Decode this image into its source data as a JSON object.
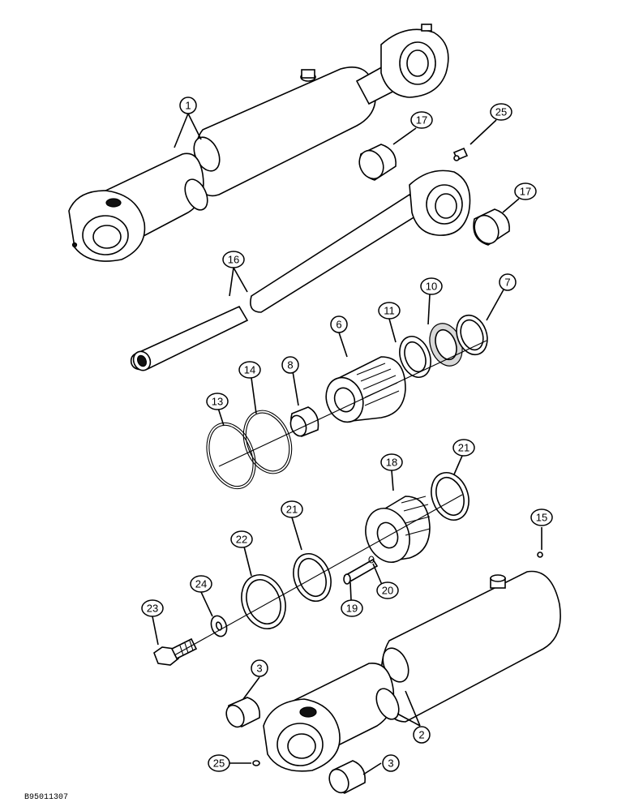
{
  "figure_number": "B95011307",
  "callouts": [
    {
      "id": "c1",
      "label": "1"
    },
    {
      "id": "c17a",
      "label": "17"
    },
    {
      "id": "c25a",
      "label": "25"
    },
    {
      "id": "c17b",
      "label": "17"
    },
    {
      "id": "c16",
      "label": "16"
    },
    {
      "id": "c10",
      "label": "10"
    },
    {
      "id": "c7",
      "label": "7"
    },
    {
      "id": "c11",
      "label": "11"
    },
    {
      "id": "c6",
      "label": "6"
    },
    {
      "id": "c14",
      "label": "14"
    },
    {
      "id": "c8",
      "label": "8"
    },
    {
      "id": "c13",
      "label": "13"
    },
    {
      "id": "c18",
      "label": "18"
    },
    {
      "id": "c21a",
      "label": "21"
    },
    {
      "id": "c21b",
      "label": "21"
    },
    {
      "id": "c22",
      "label": "22"
    },
    {
      "id": "c15",
      "label": "15"
    },
    {
      "id": "c24",
      "label": "24"
    },
    {
      "id": "c23",
      "label": "23"
    },
    {
      "id": "c19",
      "label": "19"
    },
    {
      "id": "c20",
      "label": "20"
    },
    {
      "id": "c3a",
      "label": "3"
    },
    {
      "id": "c2",
      "label": "2"
    },
    {
      "id": "c25b",
      "label": "25"
    },
    {
      "id": "c3b",
      "label": "3"
    }
  ]
}
